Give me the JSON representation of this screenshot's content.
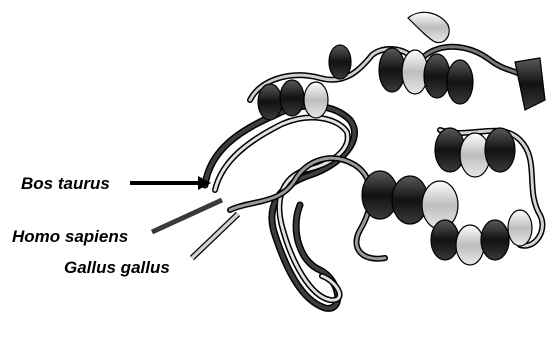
{
  "labels": {
    "bos_taurus": "Bos taurus",
    "homo_sapiens": "Homo sapiens",
    "gallus_gallus": "Gallus gallus"
  },
  "pointer_colors": {
    "bos_taurus": "#000000",
    "homo_sapiens": "#3a3a3a",
    "gallus_gallus": "#c8c8c8"
  },
  "structure_colors": {
    "dark": "#1b1b1b",
    "mid": "#6e6e6e",
    "light": "#d9d9d9",
    "outline": "#000000"
  }
}
